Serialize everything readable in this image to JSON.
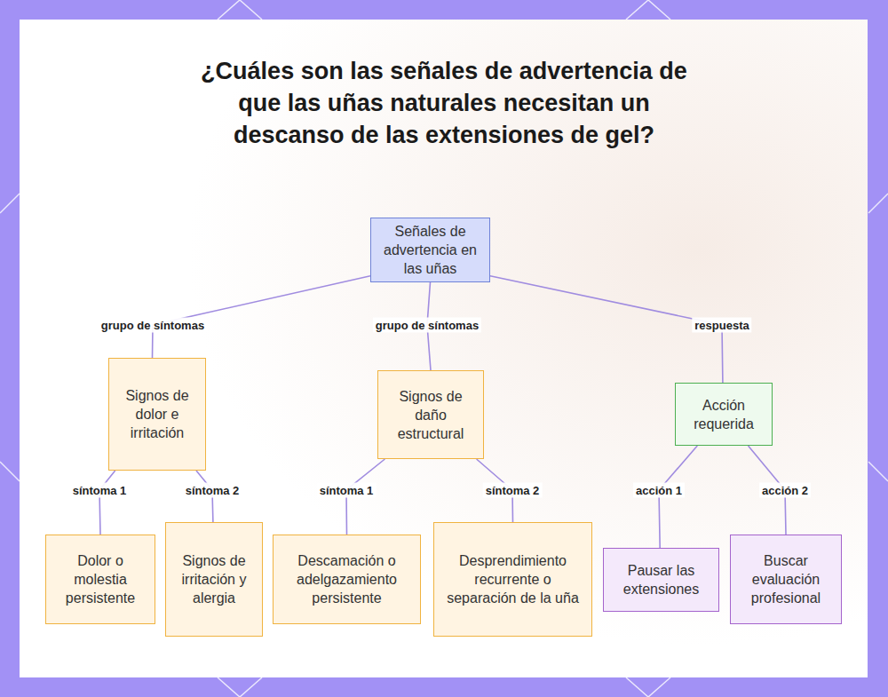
{
  "diagram": {
    "title": "¿Cuáles son las señales de advertencia de que las uñas naturales necesitan un descanso de las extensiones de gel?",
    "nodes": [
      {
        "text": [
          "Señales de advertencia en las uñas"
        ]
      },
      {
        "text": [
          "Signos de dolor e irritación"
        ]
      },
      {
        "text": [
          "Signos de daño estructural"
        ]
      },
      {
        "text": [
          "Acción requerida"
        ]
      },
      {
        "text": [
          "Dolor o molestia persistente"
        ]
      },
      {
        "text": [
          "Signos de irritación y alergia"
        ]
      },
      {
        "text": [
          "Descamación o adelgazamiento persistente"
        ]
      },
      {
        "text": [
          "Desprendimiento recurrente o separación de la uña"
        ]
      },
      {
        "text": [
          "Pausar las extensiones"
        ]
      },
      {
        "text": [
          "Buscar evaluación profesional"
        ]
      }
    ],
    "edges": [
      {
        "from": 0,
        "to": 1,
        "label": "grupo de síntomas",
        "arrow": "none"
      },
      {
        "from": 0,
        "to": 2,
        "label": "grupo de síntomas",
        "arrow": "none"
      },
      {
        "from": 0,
        "to": 3,
        "label": "respuesta",
        "arrow": "none"
      },
      {
        "from": 1,
        "to": 4,
        "label": "síntoma 1",
        "arrow": "none"
      },
      {
        "from": 1,
        "to": 5,
        "label": "síntoma 2",
        "arrow": "none"
      },
      {
        "from": 2,
        "to": 6,
        "label": "síntoma 1",
        "arrow": "none"
      },
      {
        "from": 2,
        "to": 7,
        "label": "síntoma 2",
        "arrow": "none"
      },
      {
        "from": 3,
        "to": 8,
        "label": "acción 1",
        "arrow": "none"
      },
      {
        "from": 3,
        "to": 9,
        "label": "acción 2",
        "arrow": "none"
      }
    ]
  }
}
